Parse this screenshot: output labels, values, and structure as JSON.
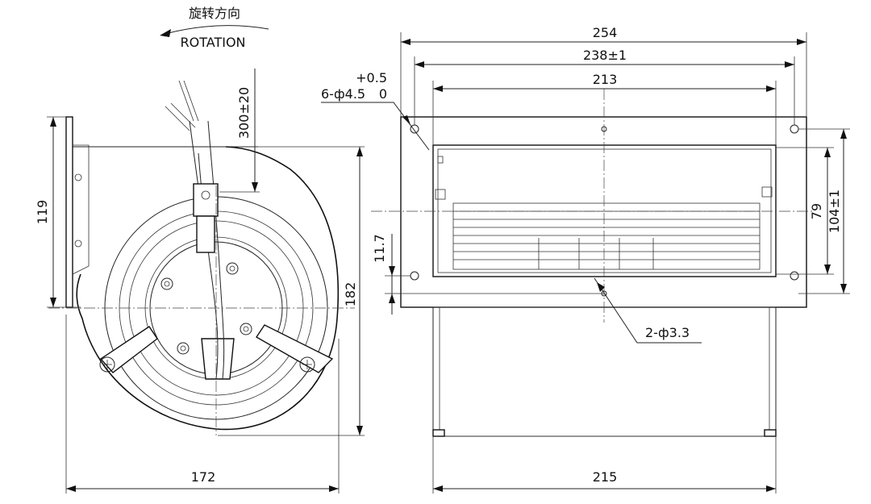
{
  "rotation": {
    "label_cn": "旋转方向",
    "label_en": "ROTATION"
  },
  "dimensions": {
    "side_view": {
      "height_left": "119",
      "cable_length": "300±20",
      "height_right": "182",
      "width_bottom": "172"
    },
    "front_view": {
      "width_overall": "254",
      "hole_spacing": "238±1",
      "housing_width": "213",
      "hole_spec": "6-ф4.5",
      "tolerance_upper": "+0.5",
      "tolerance_lower": "0",
      "offset": "11.7",
      "height_inner": "79",
      "height_outer": "104±1",
      "small_holes": "2-ф3.3",
      "width_bottom": "215"
    }
  }
}
